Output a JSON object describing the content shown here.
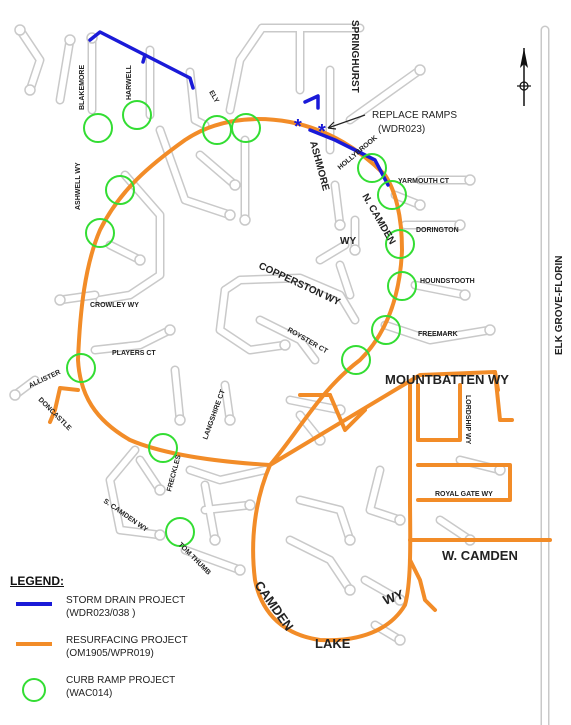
{
  "map": {
    "colors": {
      "storm_drain": "#1a1ad8",
      "resurfacing": "#f28c28",
      "curb_ramp": "#33dd33",
      "road": "#c9c9c9"
    },
    "labels": {
      "blakemore": "BLAKEMORE",
      "harwell": "HARWELL",
      "ely": "ELY",
      "springhurst": "SPRINGHURST",
      "replace_ramps": "REPLACE RAMPS",
      "replace_ramps_code": "(WDR023)",
      "ashmore": "ASHMORE",
      "hollybrook": "HOLLYBROOK",
      "yarmouth_ct": "YARMOUTH CT",
      "ashwell_wy": "ASHWELL WY",
      "n_camden": "N. CAMDEN",
      "wy_north": "WY",
      "dorington": "DORINGTON",
      "copperston_wy": "COPPERSTON WY",
      "houndstooth": "HOUNDSTOOTH",
      "crowley_wy": "CROWLEY WY",
      "freemark": "FREEMARK",
      "royster_ct": "ROYSTER CT",
      "players_ct": "PLAYERS CT",
      "mountbatten_wy": "MOUNTBATTEN WY",
      "allister": "ALLISTER",
      "doncastle": "DONCASTLE",
      "langshire_ct": "LANGSHIRE CT",
      "lordship_wy": "LORDSHIP WY",
      "freckles": "FRECKLES",
      "royal_gate_wy": "ROYAL GATE WY",
      "s_camden_wy": "S. CAMDEN WY",
      "tom_thumb": "TOM THUMB",
      "w_camden": "W. CAMDEN",
      "camden": "CAMDEN",
      "wy_south": "WY",
      "lake": "LAKE",
      "elk_grove_florin": "ELK GROVE-FLORIN"
    },
    "ramp_markers": [
      {
        "id": "ramp-1"
      },
      {
        "id": "ramp-2"
      },
      {
        "id": "ramp-3"
      },
      {
        "id": "ramp-4"
      },
      {
        "id": "ramp-5"
      },
      {
        "id": "ramp-6"
      },
      {
        "id": "ramp-7"
      },
      {
        "id": "ramp-8"
      },
      {
        "id": "ramp-9"
      },
      {
        "id": "ramp-10"
      },
      {
        "id": "ramp-11"
      },
      {
        "id": "ramp-12"
      },
      {
        "id": "ramp-13"
      },
      {
        "id": "ramp-14"
      },
      {
        "id": "ramp-15"
      },
      {
        "id": "ramp-16"
      },
      {
        "id": "ramp-17"
      }
    ],
    "asterisk": "*"
  },
  "legend": {
    "title": "LEGEND:",
    "items": [
      {
        "name": "STORM DRAIN PROJECT",
        "code": "(WDR023/038 )"
      },
      {
        "name": "RESURFACING PROJECT",
        "code": "(OM1905/WPR019)"
      },
      {
        "name": "CURB RAMP PROJECT",
        "code": "(WAC014)"
      }
    ]
  }
}
